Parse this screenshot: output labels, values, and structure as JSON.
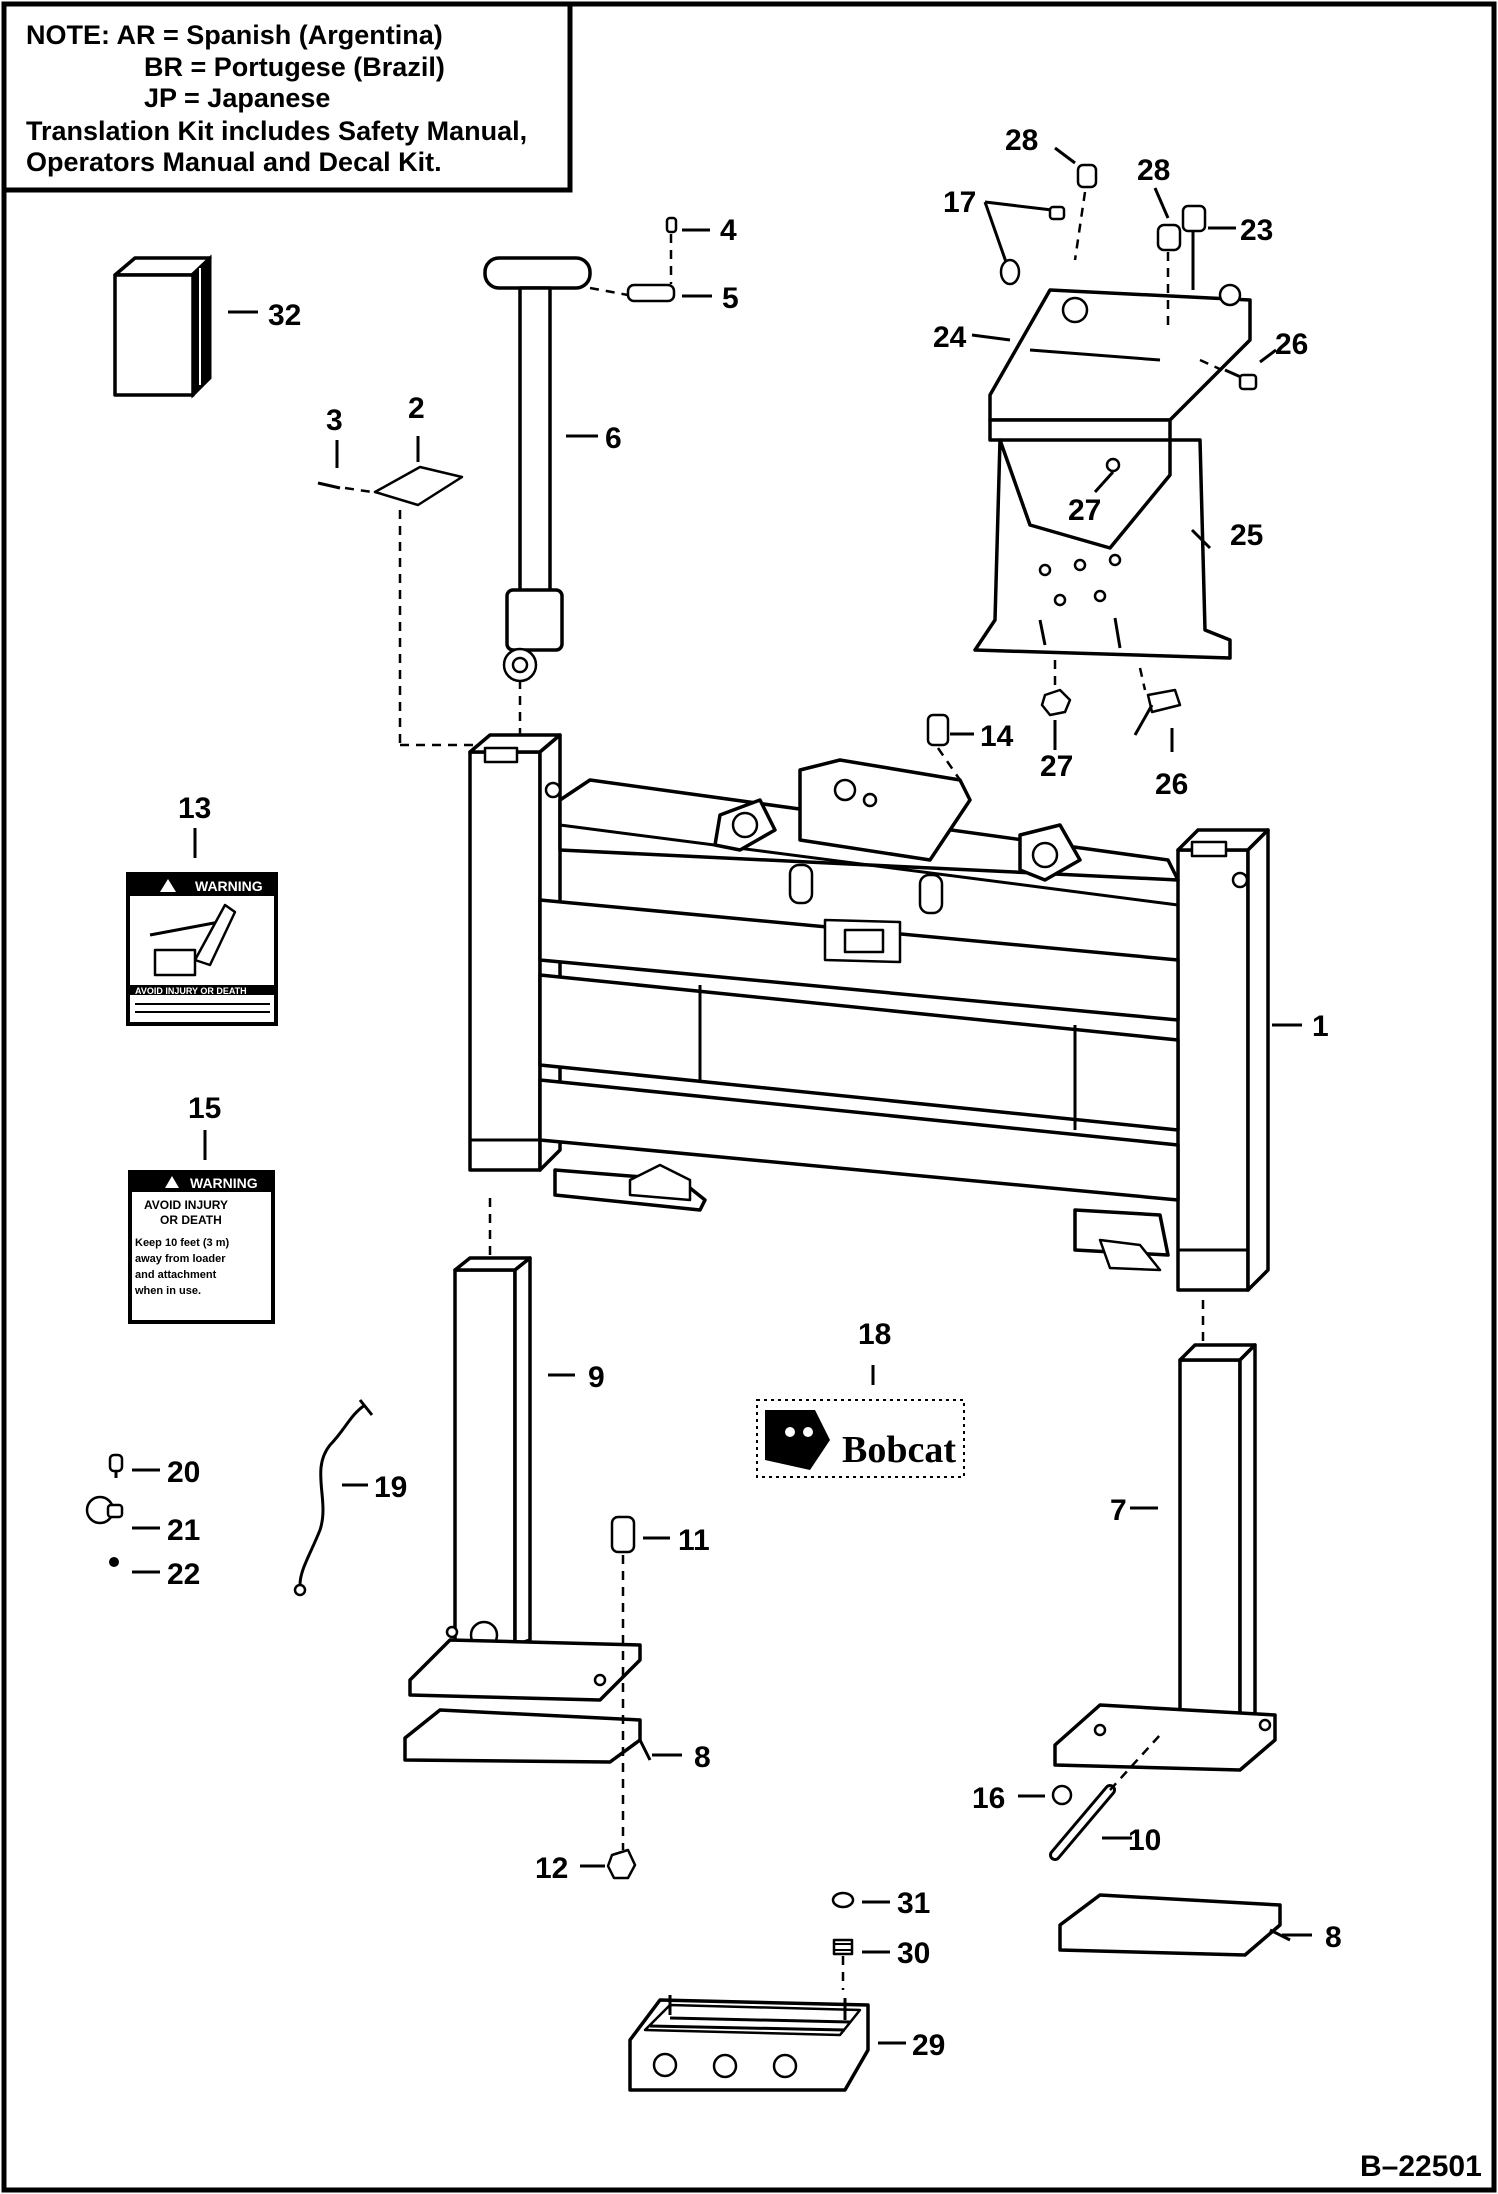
{
  "note": {
    "lines": [
      "NOTE:   AR =  Spanish (Argentina)",
      "BR =  Portugese (Brazil)",
      "JP =   Japanese",
      "Translation Kit includes Safety Manual,",
      "Operators Manual and Decal Kit."
    ]
  },
  "decals": {
    "warning_13": {
      "header": "WARNING",
      "caption": "AVOID INJURY OR DEATH"
    },
    "warning_15": {
      "header": "WARNING",
      "line1": "AVOID INJURY",
      "line2": "OR DEATH",
      "line3": "Keep 10 feet (3 m)",
      "line4": "away from loader",
      "line5": "and attachment",
      "line6": "when in use."
    },
    "logo_18": {
      "brand": "Bobcat"
    }
  },
  "callouts": {
    "c1": "1",
    "c2": "2",
    "c3": "3",
    "c4": "4",
    "c5": "5",
    "c6": "6",
    "c7": "7",
    "c8a": "8",
    "c8b": "8",
    "c9": "9",
    "c10": "10",
    "c11": "11",
    "c12": "12",
    "c13": "13",
    "c14": "14",
    "c15": "15",
    "c16": "16",
    "c17": "17",
    "c18": "18",
    "c19": "19",
    "c20": "20",
    "c21": "21",
    "c22": "22",
    "c23": "23",
    "c24": "24",
    "c25": "25",
    "c26a": "26",
    "c26b": "26",
    "c27a": "27",
    "c27b": "27",
    "c28a": "28",
    "c28b": "28",
    "c29": "29",
    "c30": "30",
    "c31": "31",
    "c32": "32"
  },
  "figure_id": "B–22501"
}
